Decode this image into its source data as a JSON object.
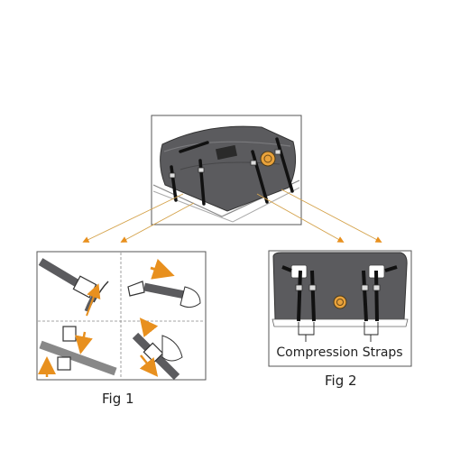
{
  "figures": {
    "fig1": {
      "caption": "Fig 1"
    },
    "fig2": {
      "caption": "Fig 2",
      "callout": "Compression Straps"
    }
  },
  "colors": {
    "bag": "#5b5b5e",
    "bag_dark": "#3e3e41",
    "strap": "#111111",
    "arrow": "#e8901e",
    "pointer_line": "#d4a24a",
    "frame": "#555555",
    "logo": "#e9a23b"
  }
}
